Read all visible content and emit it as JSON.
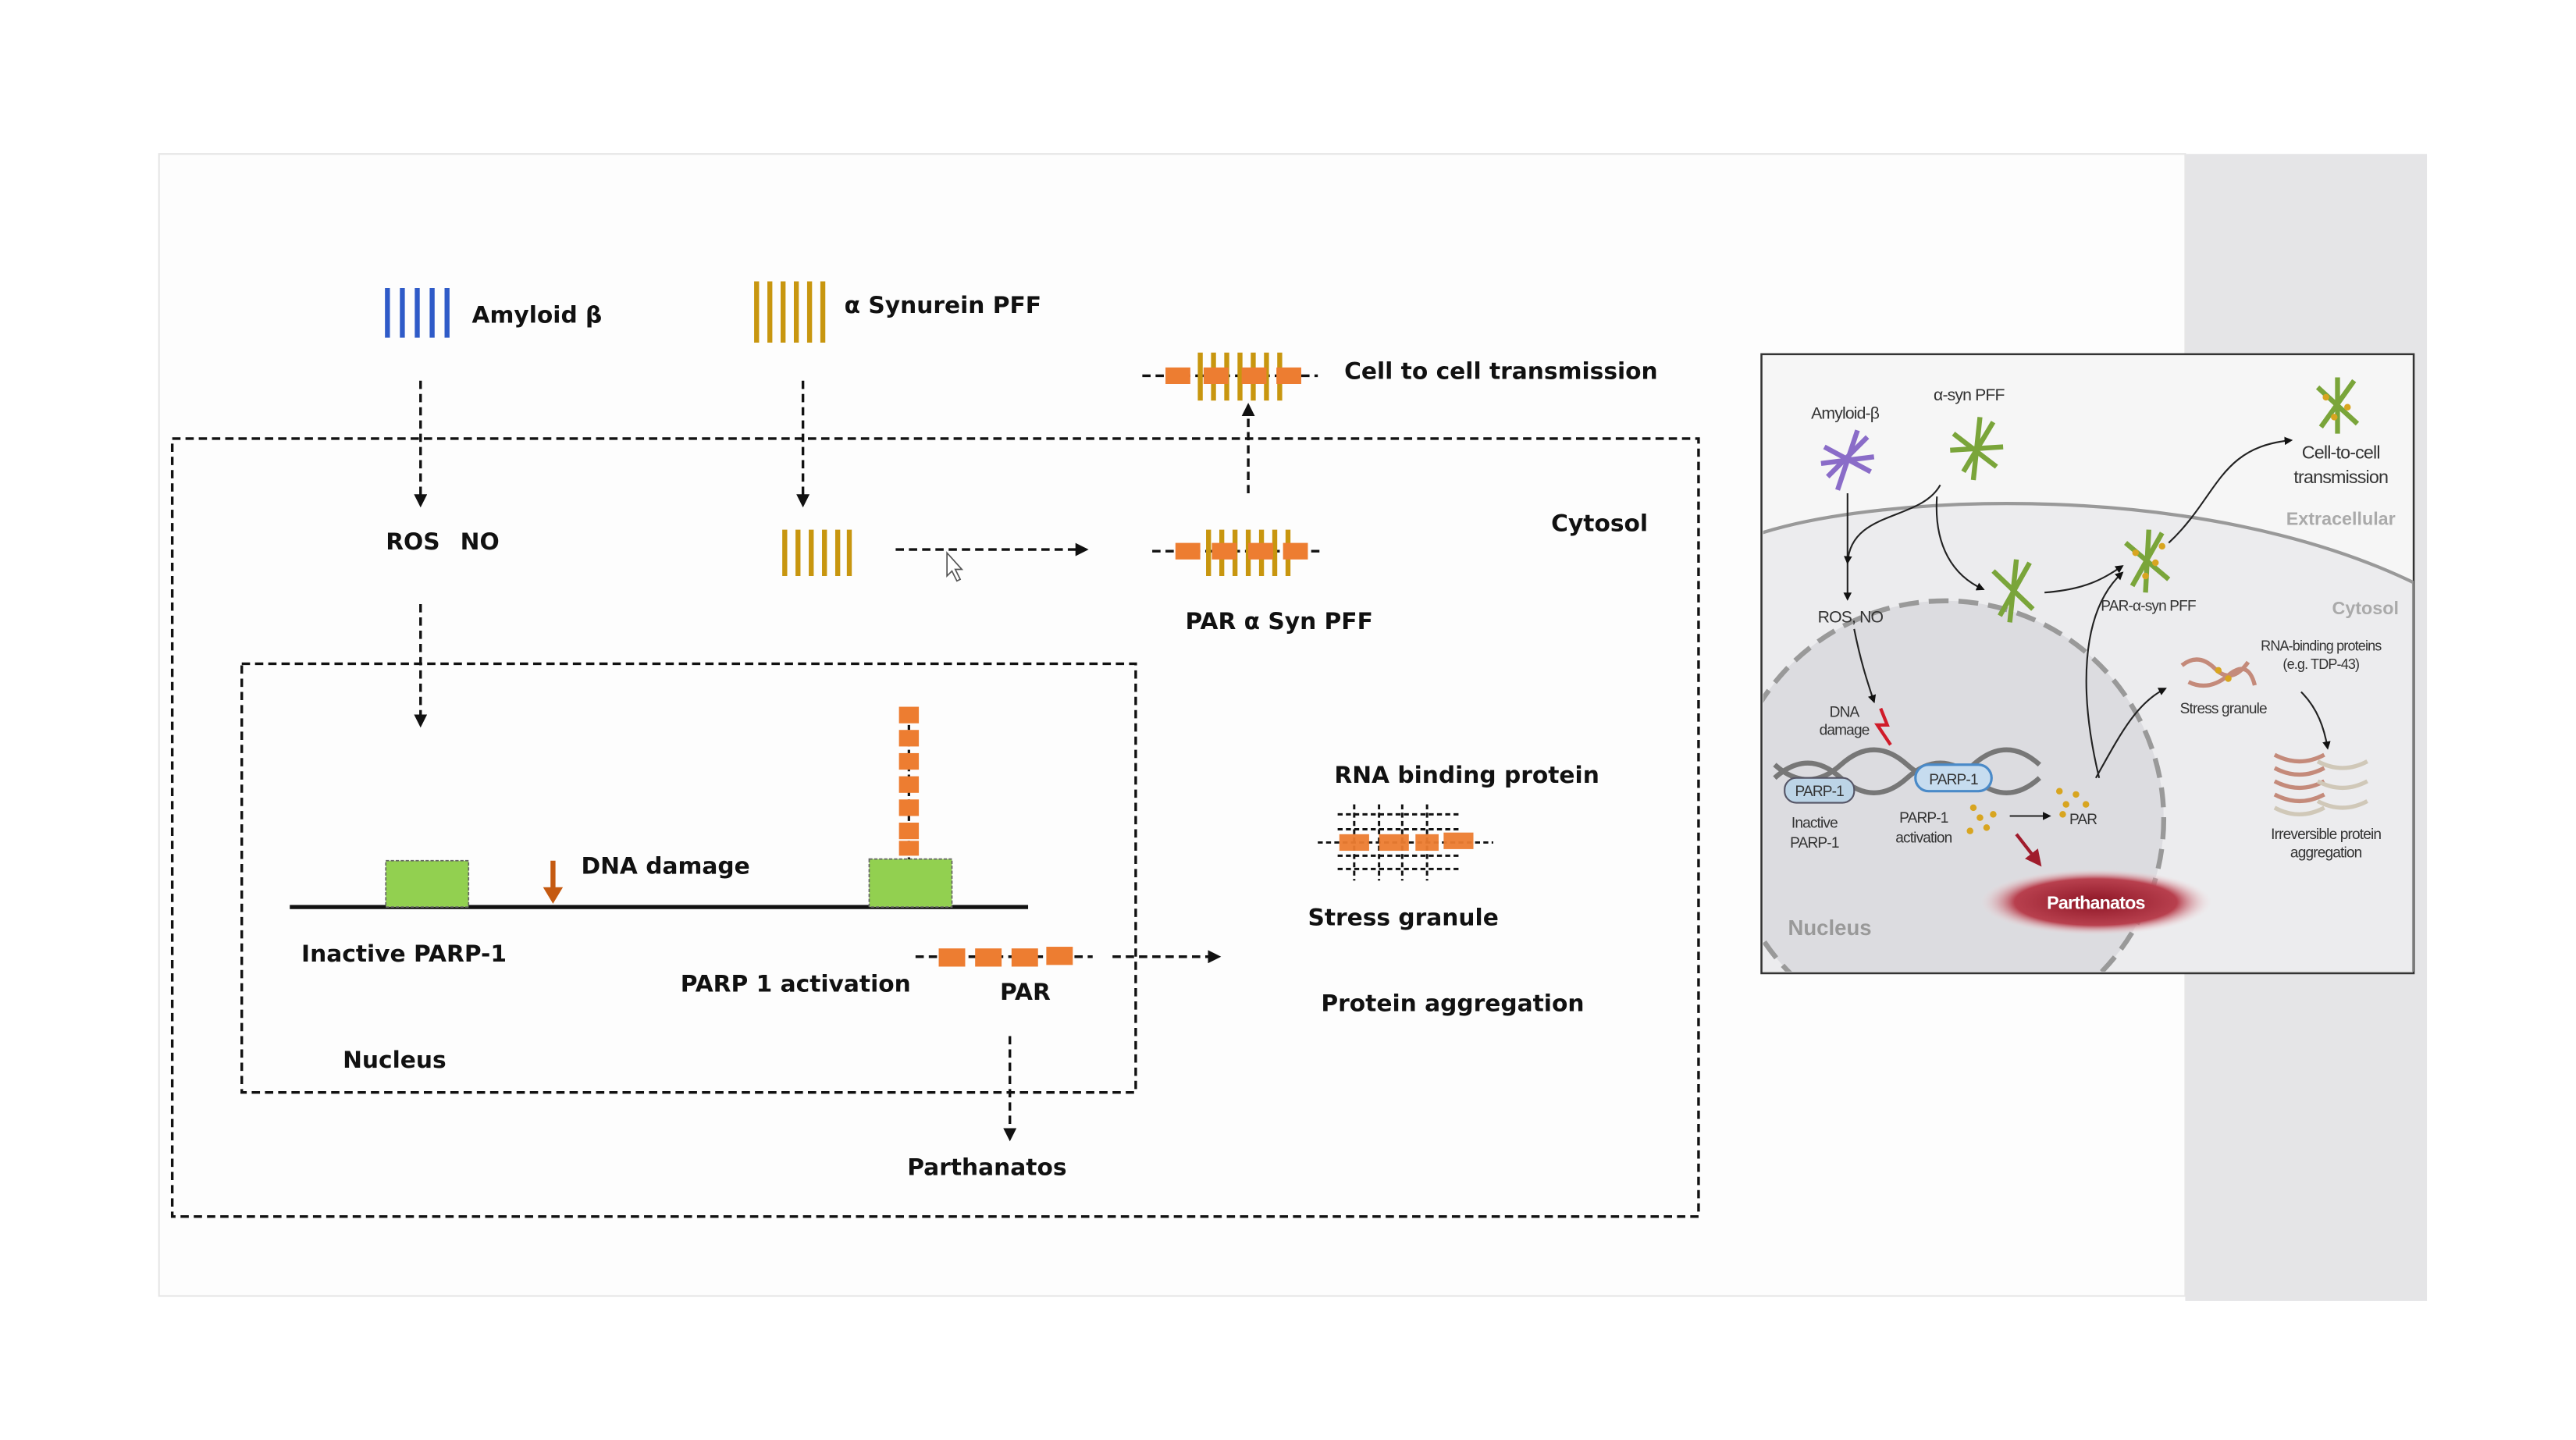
{
  "left_diagram": {
    "amyloid_beta": "Amyloid β",
    "alpha_synuclein_pff": "α Synurein PFF",
    "cell_to_cell": "Cell to cell transmission",
    "ros": "ROS",
    "no": "NO",
    "cytosol": "Cytosol",
    "par_alpha_syn_pff": "PAR α Syn PFF",
    "rna_binding_protein": "RNA binding protein",
    "dna_damage": "DNA damage",
    "stress_granule": "Stress granule",
    "inactive_parp1": "Inactive PARP-1",
    "parp1_activation": "PARP 1 activation",
    "par": "PAR",
    "protein_aggregation": "Protein aggregation",
    "nucleus": "Nucleus",
    "parthanatos": "Parthanatos"
  },
  "right_figure": {
    "amyloid_beta": "Amyloid-β",
    "alpha_syn_pff": "α-syn PFF",
    "cell_to_cell_1": "Cell-to-cell",
    "cell_to_cell_2": "transmission",
    "extracellular": "Extracellular",
    "cytosol": "Cytosol",
    "ros_no": "ROS, NO",
    "par_alpha_syn_pff": "PAR-α-syn PFF",
    "rna_binding_1": "RNA-binding proteins",
    "rna_binding_2": "(e.g. TDP-43)",
    "stress_granule": "Stress granule",
    "dna_1": "DNA",
    "dna_2": "damage",
    "parp1_inactive_badge": "PARP-1",
    "parp1_active_badge": "PARP-1",
    "inactive_1": "Inactive",
    "inactive_2": "PARP-1",
    "activation_1": "PARP-1",
    "activation_2": "activation",
    "par": "PAR",
    "irreversible_1": "Irreversible protein",
    "irreversible_2": "aggregation",
    "parthanatos": "Parthanatos",
    "nucleus": "Nucleus"
  },
  "colors": {
    "amyloid_blue": "#2f5bc8",
    "synuclein_gold": "#c8960f",
    "par_orange": "#ed7d31",
    "parp_green": "#92d050",
    "parthanatos_red": "#9b1b2a",
    "alpha_syn_green": "#7aa53a",
    "amyloid_purple": "#8a6cc8"
  }
}
